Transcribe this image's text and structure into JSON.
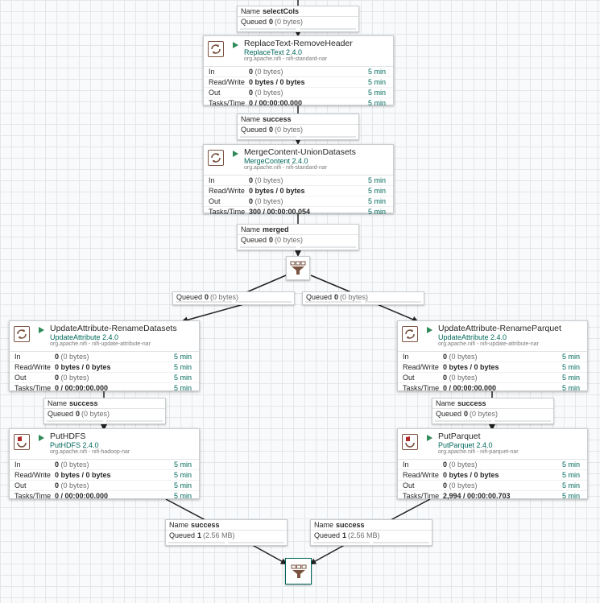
{
  "connections": [
    {
      "id": "c1",
      "name_label": "Name",
      "name": "selectCols",
      "queued_label": "Queued",
      "queued_count": "0",
      "queued_size": "(0 bytes)"
    },
    {
      "id": "c2",
      "name_label": "Name",
      "name": "success",
      "queued_label": "Queued",
      "queued_count": "0",
      "queued_size": "(0 bytes)"
    },
    {
      "id": "c3",
      "name_label": "Name",
      "name": "merged",
      "queued_label": "Queued",
      "queued_count": "0",
      "queued_size": "(0 bytes)"
    },
    {
      "id": "c4",
      "queued_label": "Queued",
      "queued_count": "0",
      "queued_size": "(0 bytes)"
    },
    {
      "id": "c5",
      "queued_label": "Queued",
      "queued_count": "0",
      "queued_size": "(0 bytes)"
    },
    {
      "id": "c6",
      "name_label": "Name",
      "name": "success",
      "queued_label": "Queued",
      "queued_count": "0",
      "queued_size": "(0 bytes)"
    },
    {
      "id": "c7",
      "name_label": "Name",
      "name": "success",
      "queued_label": "Queued",
      "queued_count": "0",
      "queued_size": "(0 bytes)"
    },
    {
      "id": "c8",
      "name_label": "Name",
      "name": "success",
      "queued_label": "Queued",
      "queued_count": "1",
      "queued_size": "(2.56 MB)"
    },
    {
      "id": "c9",
      "name_label": "Name",
      "name": "success",
      "queued_label": "Queued",
      "queued_count": "1",
      "queued_size": "(2.56 MB)"
    }
  ],
  "processors": [
    {
      "id": "p1",
      "name": "ReplaceText-RemoveHeader",
      "type": "ReplaceText 2.4.0",
      "bundle": "org.apache.nifi - nifi-standard-nar",
      "icon": "processor-icon",
      "stats": [
        {
          "label": "In",
          "value_n": "0",
          "value_p": "(0 bytes)",
          "time": "5 min"
        },
        {
          "label": "Read/Write",
          "value": "0 bytes / 0 bytes",
          "time": "5 min"
        },
        {
          "label": "Out",
          "value_n": "0",
          "value_p": "(0 bytes)",
          "time": "5 min"
        },
        {
          "label": "Tasks/Time",
          "value": "0 / 00:00:00.000",
          "time": "5 min"
        }
      ]
    },
    {
      "id": "p2",
      "name": "MergeContent-UnionDatasets",
      "type": "MergeContent 2.4.0",
      "bundle": "org.apache.nifi - nifi-standard-nar",
      "icon": "processor-icon",
      "stats": [
        {
          "label": "In",
          "value_n": "0",
          "value_p": "(0 bytes)",
          "time": "5 min"
        },
        {
          "label": "Read/Write",
          "value": "0 bytes / 0 bytes",
          "time": "5 min"
        },
        {
          "label": "Out",
          "value_n": "0",
          "value_p": "(0 bytes)",
          "time": "5 min"
        },
        {
          "label": "Tasks/Time",
          "value": "300 / 00:00:00.054",
          "time": "5 min"
        }
      ]
    },
    {
      "id": "p3",
      "name": "UpdateAttribute-RenameDatasets",
      "type": "UpdateAttribute 2.4.0",
      "bundle": "org.apache.nifi - nifi-update-attribute-nar",
      "icon": "processor-icon",
      "stats": [
        {
          "label": "In",
          "value_n": "0",
          "value_p": "(0 bytes)",
          "time": "5 min"
        },
        {
          "label": "Read/Write",
          "value": "0 bytes / 0 bytes",
          "time": "5 min"
        },
        {
          "label": "Out",
          "value_n": "0",
          "value_p": "(0 bytes)",
          "time": "5 min"
        },
        {
          "label": "Tasks/Time",
          "value": "0 / 00:00:00.000",
          "time": "5 min"
        }
      ]
    },
    {
      "id": "p4",
      "name": "UpdateAttribute-RenameParquet",
      "type": "UpdateAttribute 2.4.0",
      "bundle": "org.apache.nifi - nifi-update-attribute-nar",
      "icon": "processor-icon",
      "stats": [
        {
          "label": "In",
          "value_n": "0",
          "value_p": "(0 bytes)",
          "time": "5 min"
        },
        {
          "label": "Read/Write",
          "value": "0 bytes / 0 bytes",
          "time": "5 min"
        },
        {
          "label": "Out",
          "value_n": "0",
          "value_p": "(0 bytes)",
          "time": "5 min"
        },
        {
          "label": "Tasks/Time",
          "value": "0 / 00:00:00.000",
          "time": "5 min"
        }
      ]
    },
    {
      "id": "p5",
      "name": "PutHDFS",
      "type": "PutHDFS 2.4.0",
      "bundle": "org.apache.nifi - nifi-hadoop-nar",
      "icon": "restricted-processor-icon",
      "stats": [
        {
          "label": "In",
          "value_n": "0",
          "value_p": "(0 bytes)",
          "time": "5 min"
        },
        {
          "label": "Read/Write",
          "value": "0 bytes / 0 bytes",
          "time": "5 min"
        },
        {
          "label": "Out",
          "value_n": "0",
          "value_p": "(0 bytes)",
          "time": "5 min"
        },
        {
          "label": "Tasks/Time",
          "value": "0 / 00:00:00.000",
          "time": "5 min"
        }
      ]
    },
    {
      "id": "p6",
      "name": "PutParquet",
      "type": "PutParquet 2.4.0",
      "bundle": "org.apache.nifi - nifi-parquet-nar",
      "icon": "restricted-processor-icon",
      "stats": [
        {
          "label": "In",
          "value_n": "0",
          "value_p": "(0 bytes)",
          "time": "5 min"
        },
        {
          "label": "Read/Write",
          "value": "0 bytes / 0 bytes",
          "time": "5 min"
        },
        {
          "label": "Out",
          "value_n": "0",
          "value_p": "(0 bytes)",
          "time": "5 min"
        },
        {
          "label": "Tasks/Time",
          "value": "2,994 / 00:00:00.703",
          "time": "5 min"
        }
      ]
    }
  ],
  "funnels": [
    {
      "id": "f1",
      "icon": "funnel-icon"
    },
    {
      "id": "f2",
      "icon": "funnel-icon",
      "selected": true
    }
  ],
  "colors": {
    "accent": "#00695c",
    "run": "#2e8b57",
    "processor_icon": "#7a5240",
    "restricted": "#b02a2a"
  }
}
